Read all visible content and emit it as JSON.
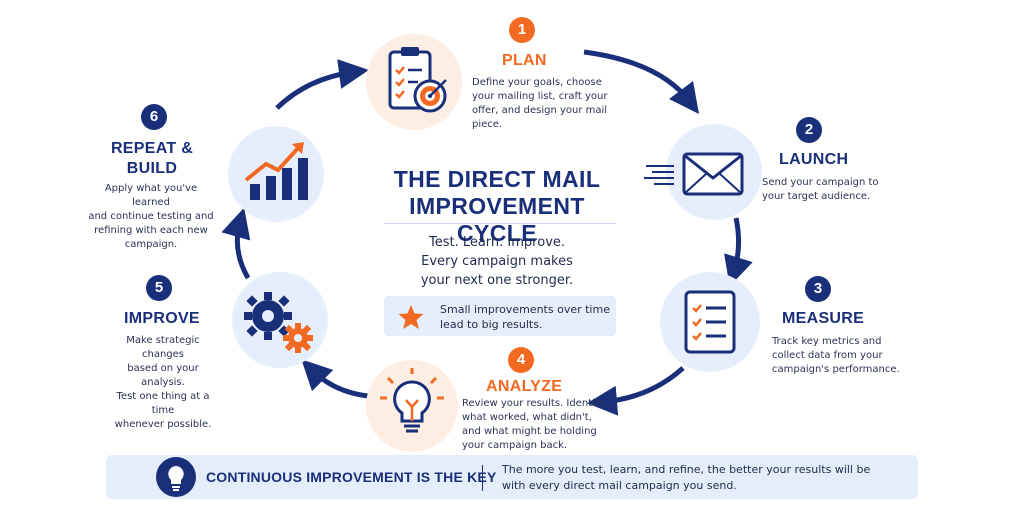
{
  "title_line1": "THE DIRECT MAIL",
  "title_line2": "IMPROVEMENT CYCLE",
  "tagline_line1": "Test. Learn. Improve.",
  "tagline_line2": "Every campaign makes",
  "tagline_line3": "your next one stronger.",
  "tip_line1": "Small improvements over time",
  "tip_line2": "lead to big results.",
  "steps": [
    {
      "number": "1",
      "title": "PLAN",
      "desc": [
        "Define your goals, choose",
        "your mailing list, craft your",
        "offer, and design your mail",
        "piece."
      ]
    },
    {
      "number": "2",
      "title": "LAUNCH",
      "desc": [
        "Send your campaign to",
        "your target audience."
      ]
    },
    {
      "number": "3",
      "title": "MEASURE",
      "desc": [
        "Track key metrics and",
        "collect data from your",
        "campaign's performance."
      ]
    },
    {
      "number": "4",
      "title": "ANALYZE",
      "desc": [
        "Review your results. Identify",
        "what worked, what didn't,",
        "and what might be holding",
        "your campaign back."
      ]
    },
    {
      "number": "5",
      "title": "IMPROVE",
      "desc": [
        "Make strategic changes",
        "based on your analysis.",
        "Test one thing at a time",
        "whenever possible."
      ]
    },
    {
      "number": "6",
      "title_line1": "REPEAT &",
      "title_line2": "BUILD",
      "desc": [
        "Apply what you've learned",
        "and continue testing and",
        "refining with each new",
        "campaign."
      ]
    }
  ],
  "bottom": {
    "heading": "CONTINUOUS IMPROVEMENT IS THE KEY",
    "text_line1": "The more you test, learn, and refine, the better your results will be",
    "text_line2": "with every direct mail campaign you send."
  },
  "colors": {
    "navy": "#1a2f7a",
    "orange": "#f26a21",
    "light_blue": "#e7eefb",
    "peach": "#fdeee3"
  },
  "icons": [
    "clipboard-target-icon",
    "envelope-icon",
    "checklist-icon",
    "lightbulb-icon",
    "gears-icon",
    "growth-chart-icon",
    "star-icon",
    "bulb-badge-icon"
  ]
}
